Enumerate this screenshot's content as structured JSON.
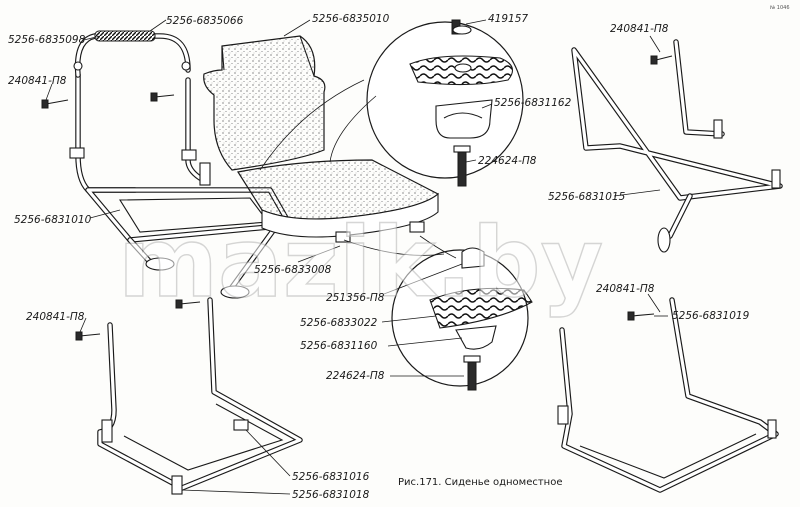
{
  "labels": {
    "l_6835098": "5256-6835098",
    "l_6835066": "5256-6835066",
    "l_6835010": "5256-6835010",
    "l_419157": "419157",
    "l_240841_top_right": "240841-П8",
    "l_240841_top_left": "240841-П8",
    "l_6831162": "5256-6831162",
    "l_224624_upper": "224624-П8",
    "l_6831015": "5256-6831015",
    "l_6831010": "5256-6831010",
    "l_6833008": "5256-6833008",
    "l_251356": "251356-П8",
    "l_240841_mid_right": "240841-П8",
    "l_6831019": "5256-6831019",
    "l_240841_bottom_left": "240841-П8",
    "l_6833022": "5256-6833022",
    "l_6831160": "5256-6831160",
    "l_224624_lower": "224624-П8",
    "l_6831016": "5256-6831016",
    "l_6831018": "5256-6831018"
  },
  "caption": "Рис.171. Сиденье одноместное",
  "watermark": "mazik.by",
  "corner_mark": "№ 1046"
}
